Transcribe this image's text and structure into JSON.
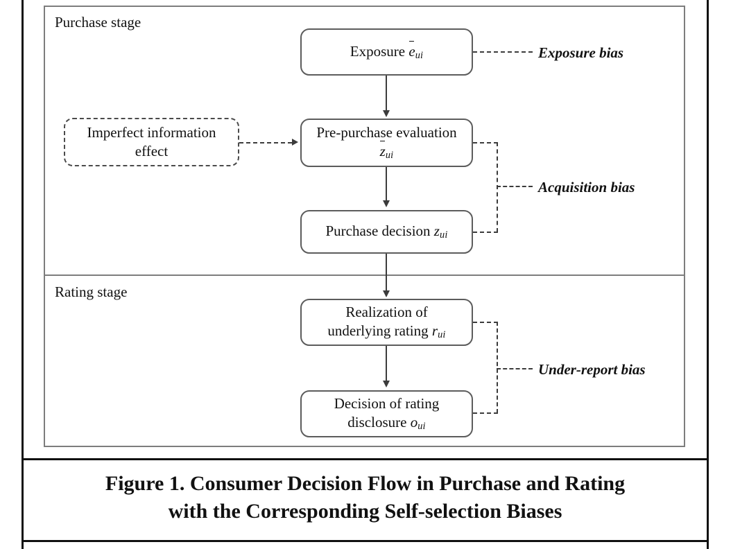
{
  "figure": {
    "caption_line_1": "Figure 1. Consumer Decision Flow in Purchase and Rating",
    "caption_line_2": "with the Corresponding Self-selection Biases"
  },
  "stages": {
    "purchase_label": "Purchase stage",
    "rating_label": "Rating stage"
  },
  "nodes": {
    "exposure": {
      "text": "Exposure",
      "variable": "e",
      "subscript": "ui",
      "overbar": true,
      "style": "solid"
    },
    "imperfect_information": {
      "line_1": "Imperfect information",
      "line_2": "effect",
      "style": "dashed"
    },
    "pre_purchase_evaluation": {
      "line_1": "Pre-purchase evaluation",
      "variable": "z",
      "subscript": "ui",
      "overbar": true,
      "style": "solid"
    },
    "purchase_decision": {
      "text": "Purchase decision",
      "variable": "z",
      "subscript": "ui",
      "overbar": false,
      "style": "solid"
    },
    "realization_underlying_rating": {
      "line_1": "Realization of",
      "line_2": "underlying rating",
      "variable": "r",
      "subscript": "ui",
      "overbar": false,
      "style": "solid"
    },
    "decision_rating_disclosure": {
      "line_1": "Decision of rating",
      "line_2": "disclosure",
      "variable": "o",
      "subscript": "ui",
      "overbar": false,
      "style": "solid"
    }
  },
  "bias_labels": {
    "exposure_bias": "Exposure bias",
    "acquisition_bias": "Acquisition bias",
    "under_report_bias": "Under-report bias"
  },
  "colors": {
    "frame": "#111111",
    "panel_border": "#7d7d7d",
    "node_border": "#5c5c5c",
    "connector": "#3b3b3b",
    "background": "#ffffff",
    "text": "#111111"
  }
}
